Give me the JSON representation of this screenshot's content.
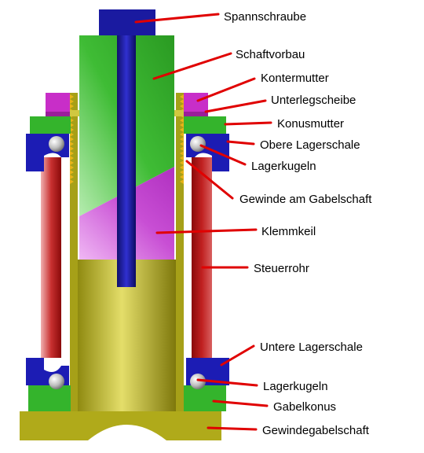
{
  "labels": {
    "spannschraube": "Spannschraube",
    "schaftvorbau": "Schaftvorbau",
    "kontermutter": "Kontermutter",
    "unterlegscheibe": "Unterlegscheibe",
    "konusmutter": "Konusmutter",
    "obere_lagerschale": "Obere Lagerschale",
    "lagerkugeln_oben": "Lagerkugeln",
    "gewinde": "Gewinde am Gabelschaft",
    "klemmkeil": "Klemmkeil",
    "steuerrohr": "Steuerrohr",
    "untere_lagerschale": "Untere Lagerschale",
    "lagerkugeln_unten": "Lagerkugeln",
    "gabelkonus": "Gabelkonus",
    "gewindegabelschaft": "Gewindegabelschaft"
  },
  "colors": {
    "leader": "#e00000",
    "bolt": "#1a1aa0",
    "stem": "#3cb832",
    "wedge": "#c44ad0",
    "fork_steerer": "#b8b020",
    "head_tube": "#b01818",
    "bearing_cup": "#1c1cb4",
    "locknut": "#c82ec8",
    "ball": "#c8c8c8"
  }
}
